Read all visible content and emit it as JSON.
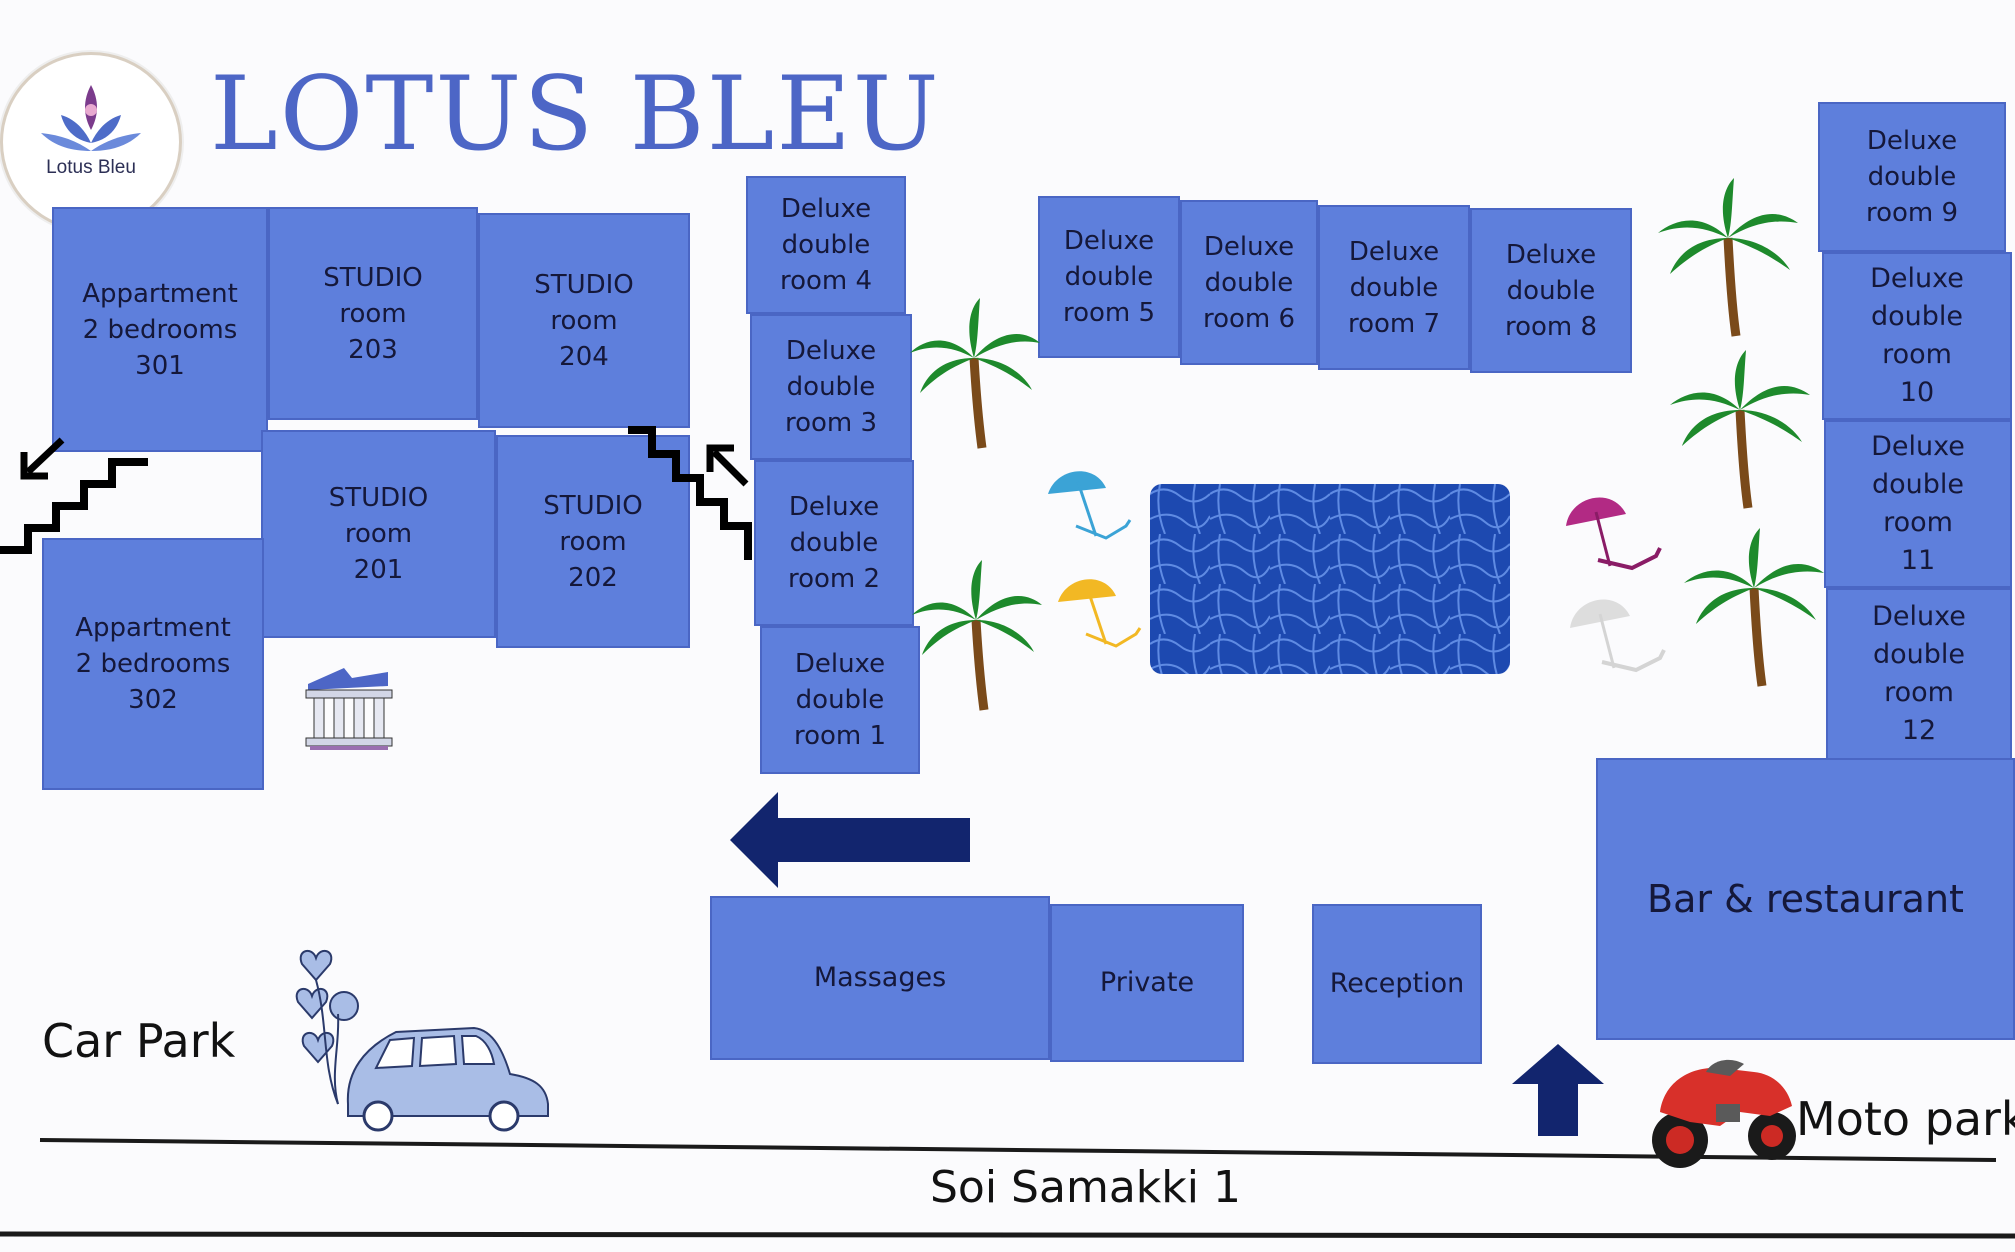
{
  "header": {
    "title": "LOTUS BLEU",
    "logo_text": "Lotus Bleu"
  },
  "rooms": {
    "apt301": "Appartment\n2 bedrooms\n301",
    "studio203": "STUDIO\nroom\n203",
    "studio204": "STUDIO\nroom\n204",
    "studio201": "STUDIO\nroom\n201",
    "studio202": "STUDIO\nroom\n202",
    "apt302": "Appartment\n2 bedrooms\n302",
    "dlx4": "Deluxe\ndouble\nroom 4",
    "dlx3": "Deluxe\ndouble\nroom 3",
    "dlx2": "Deluxe\ndouble\nroom 2",
    "dlx1": "Deluxe\ndouble\nroom 1",
    "dlx5": "Deluxe\ndouble\nroom 5",
    "dlx6": "Deluxe\ndouble\nroom 6",
    "dlx7": "Deluxe\ndouble\nroom 7",
    "dlx8": "Deluxe\ndouble\nroom 8",
    "dlx9": "Deluxe\ndouble\nroom 9",
    "dlx10": "Deluxe\ndouble\nroom\n10",
    "dlx11": "Deluxe\ndouble\nroom\n11",
    "dlx12": "Deluxe\ndouble\nroom\n12"
  },
  "facilities": {
    "massages": "Massages",
    "private": "Private",
    "reception": "Reception",
    "bar": "Bar & restaurant"
  },
  "labels": {
    "car_park": "Car Park",
    "moto_park": "Moto park",
    "street": "Soi Samakki 1"
  },
  "colors": {
    "room": "#5e7fdc",
    "pool": "#1d49b0",
    "arrow": "#12256e",
    "title": "#4d66c6"
  }
}
